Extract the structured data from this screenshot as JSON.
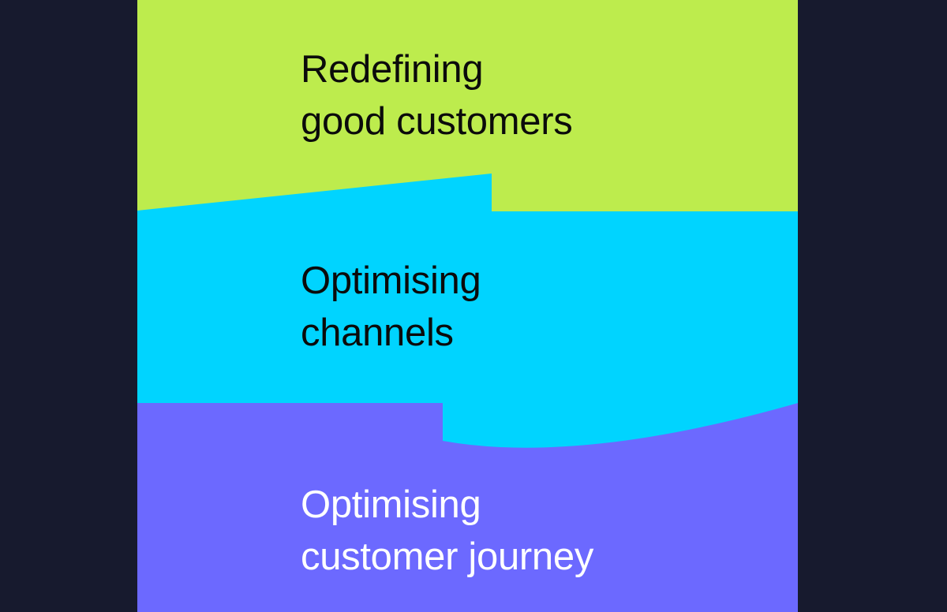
{
  "colors": {
    "background": "#171a2e",
    "band_1": "#bdec4d",
    "band_2": "#00d4ff",
    "band_3": "#6c69ff",
    "text_dark": "#0b0b0b",
    "text_light": "#ffffff"
  },
  "bands": [
    {
      "lines": [
        "Redefining",
        "good customers"
      ]
    },
    {
      "lines": [
        "Optimising",
        "channels"
      ]
    },
    {
      "lines": [
        "Optimising",
        "customer journey"
      ]
    }
  ]
}
